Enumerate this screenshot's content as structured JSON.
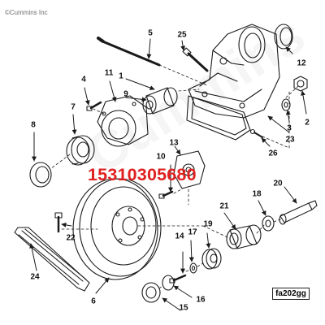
{
  "copyright": "©Cummins Inc",
  "watermark": "Cummins",
  "phone_number": "15310305680",
  "figure_id": "fa202gg",
  "callouts": [
    "1",
    "2",
    "3",
    "4",
    "5",
    "6",
    "7",
    "8",
    "9",
    "10",
    "11",
    "12",
    "13",
    "14",
    "15",
    "16",
    "17",
    "18",
    "19",
    "20",
    "21",
    "22",
    "23",
    "24",
    "25",
    "26"
  ],
  "colors": {
    "line": "#1a1a1a",
    "overlay_text": "#e02020"
  }
}
